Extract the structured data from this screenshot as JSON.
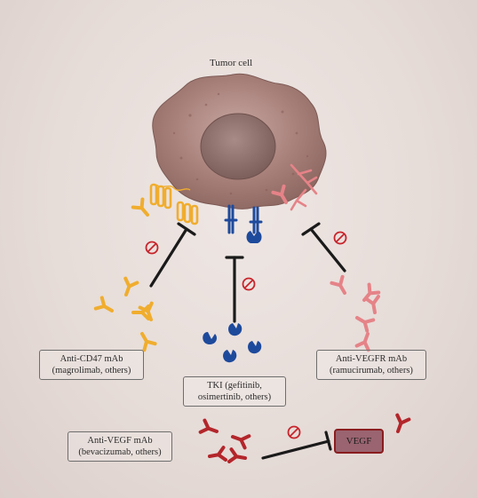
{
  "title": "Tumor cell",
  "labels": {
    "cd47": {
      "line1": "Anti-CD47 mAb",
      "line2": "(magrolimab, others)"
    },
    "tki": {
      "line1": "TKI (gefitinib,",
      "line2": "osimertinib, others)"
    },
    "vegfr": {
      "line1": "Anti-VEGFR mAb",
      "line2": "(ramucirumab, others)"
    },
    "vegf": {
      "line1": "Anti-VEGF mAb",
      "line2": "(bevacizumab, others)"
    },
    "vegf_box": "VEGF"
  },
  "colors": {
    "cd47_antibody": "#f0ad2e",
    "tki_inhibitor": "#1e4a9c",
    "vegfr_antibody": "#e58388",
    "vegf_antibody": "#b3262b",
    "inhibit_symbol": "#c8242b",
    "cell_body": "#a8807a"
  }
}
